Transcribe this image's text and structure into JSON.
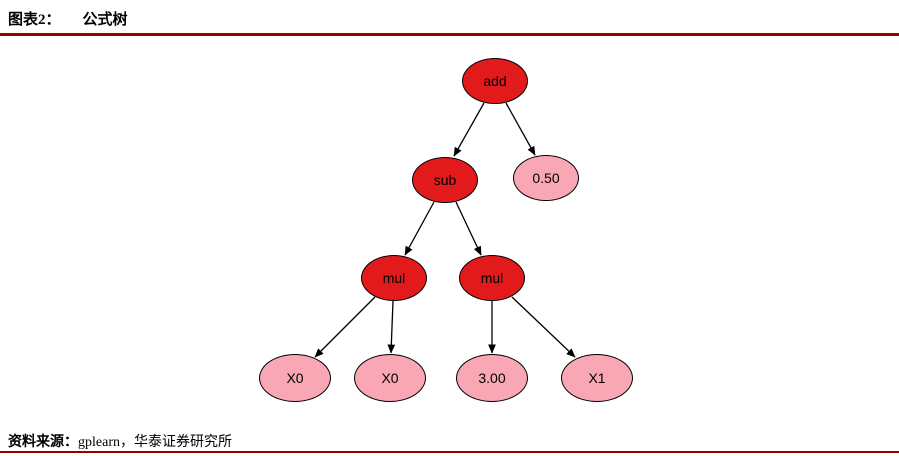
{
  "header": {
    "label": "图表2：",
    "title": "公式树"
  },
  "footer": {
    "source_label": "资料来源：",
    "source_text": "gplearn，华泰证券研究所"
  },
  "colors": {
    "function_node": "#e31a1c",
    "leaf_node": "#f9a7b5",
    "node_border": "#000000",
    "node_text": "#000000",
    "arrow": "#000000",
    "rule": "#990000"
  },
  "tree": {
    "nodes": [
      {
        "id": "add",
        "label": "add",
        "type": "function"
      },
      {
        "id": "sub",
        "label": "sub",
        "type": "function"
      },
      {
        "id": "const-0.50",
        "label": "0.50",
        "type": "terminal"
      },
      {
        "id": "mul-left",
        "label": "mul",
        "type": "function"
      },
      {
        "id": "mul-right",
        "label": "mul",
        "type": "function"
      },
      {
        "id": "x0-left",
        "label": "X0",
        "type": "terminal"
      },
      {
        "id": "x0-right",
        "label": "X0",
        "type": "terminal"
      },
      {
        "id": "const-3.00",
        "label": "3.00",
        "type": "terminal"
      },
      {
        "id": "x1",
        "label": "X1",
        "type": "terminal"
      }
    ],
    "edges": [
      {
        "from": "add",
        "to": "sub"
      },
      {
        "from": "add",
        "to": "const-0.50"
      },
      {
        "from": "sub",
        "to": "mul-left"
      },
      {
        "from": "sub",
        "to": "mul-right"
      },
      {
        "from": "mul-left",
        "to": "x0-left"
      },
      {
        "from": "mul-left",
        "to": "x0-right"
      },
      {
        "from": "mul-right",
        "to": "const-3.00"
      },
      {
        "from": "mul-right",
        "to": "x1"
      }
    ]
  }
}
